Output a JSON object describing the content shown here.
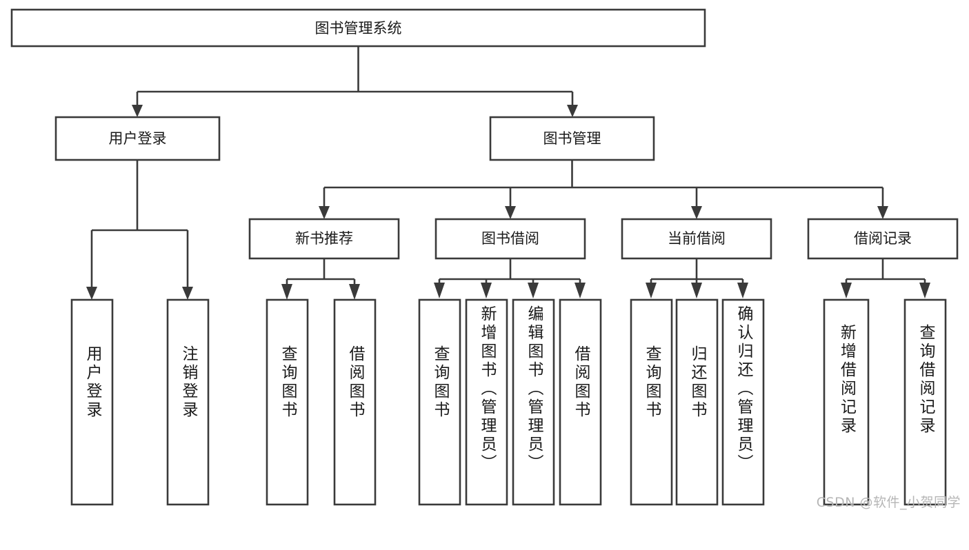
{
  "diagram": {
    "title": "图书管理系统",
    "type": "tree-hierarchy-chart",
    "watermark": "CSDN @软件_小贺同学",
    "root": {
      "label": "图书管理系统"
    },
    "level2": [
      {
        "label": "用户登录"
      },
      {
        "label": "图书管理"
      }
    ],
    "level3": [
      {
        "label": "新书推荐"
      },
      {
        "label": "图书借阅"
      },
      {
        "label": "当前借阅"
      },
      {
        "label": "借阅记录"
      }
    ],
    "leaves": {
      "user_login": [
        {
          "label": "用户登录"
        },
        {
          "label": "注销登录"
        }
      ],
      "new_book_recommend": [
        {
          "label": "查询图书"
        },
        {
          "label": "借阅图书"
        }
      ],
      "book_borrow": [
        {
          "label": "查询图书"
        },
        {
          "label": "新增图书（管理员）"
        },
        {
          "label": "编辑图书（管理员）"
        },
        {
          "label": "借阅图书"
        }
      ],
      "current_borrow": [
        {
          "label": "查询图书"
        },
        {
          "label": "归还图书"
        },
        {
          "label": "确认归还（管理员）"
        }
      ],
      "borrow_record": [
        {
          "label": "新增借阅记录"
        },
        {
          "label": "查询借阅记录"
        }
      ]
    },
    "colors": {
      "stroke": "#3a3a3a",
      "fill": "#ffffff",
      "text": "#1a1a1a",
      "watermark": "#b6b6b6"
    }
  }
}
